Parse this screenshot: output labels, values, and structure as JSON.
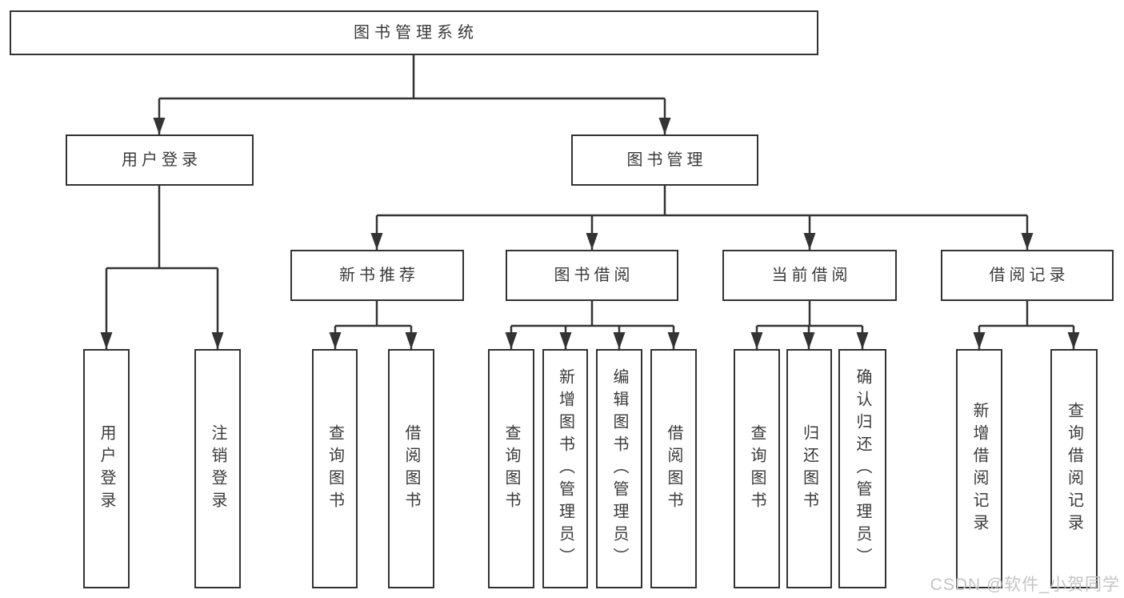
{
  "diagram": {
    "root": {
      "label": "图书管理系统"
    },
    "level2": [
      {
        "label": "用户登录"
      },
      {
        "label": "图书管理"
      }
    ],
    "level3": [
      {
        "label": "新书推荐"
      },
      {
        "label": "图书借阅"
      },
      {
        "label": "当前借阅"
      },
      {
        "label": "借阅记录"
      }
    ],
    "leaves": {
      "login": [
        {
          "label": "用户登录"
        },
        {
          "label": "注销登录"
        }
      ],
      "recommend": [
        {
          "label": "查询图书"
        },
        {
          "label": "借阅图书"
        }
      ],
      "borrow": [
        {
          "label": "查询图书"
        },
        {
          "label": "新增图书（管理员）"
        },
        {
          "label": "编辑图书（管理员）"
        },
        {
          "label": "借阅图书"
        }
      ],
      "current": [
        {
          "label": "查询图书"
        },
        {
          "label": "归还图书"
        },
        {
          "label": "确认归还（管理员）"
        }
      ],
      "records": [
        {
          "label": "新增借阅记录"
        },
        {
          "label": "查询借阅记录"
        }
      ]
    }
  },
  "watermark": {
    "text": "CSDN @软件_小贺同学"
  },
  "colors": {
    "line": "#333333",
    "box_border": "#333333",
    "box_fill": "#ffffff",
    "text": "#3a3a3a",
    "watermark": "#c4c4c4",
    "background": "#ffffff"
  }
}
